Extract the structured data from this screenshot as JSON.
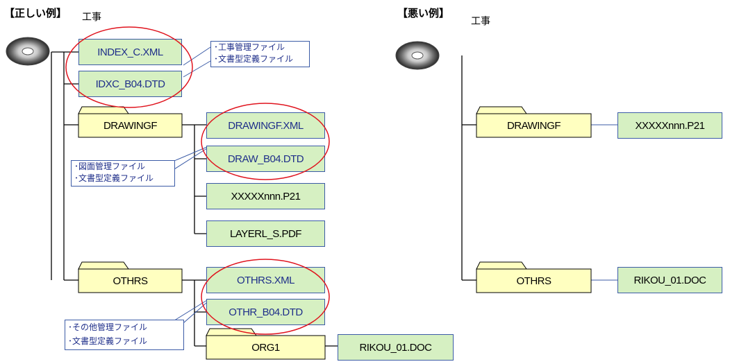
{
  "good": {
    "heading": "【正しい例】",
    "root": "工事",
    "root_files": [
      "INDEX_C.XML",
      "IDXC_B04.DTD"
    ],
    "root_note": [
      "･工事管理ファイル",
      "･文書型定義ファイル"
    ],
    "drawingf": {
      "label": "DRAWINGF",
      "files": [
        "DRAWINGF.XML",
        "DRAW_B04.DTD",
        "XXXXXnnn.P21",
        "LAYERL_S.PDF"
      ],
      "note": [
        "･図面管理ファイル",
        "･文書型定義ファイル"
      ]
    },
    "othrs": {
      "label": "OTHRS",
      "files": [
        "OTHRS.XML",
        "OTHR_B04.DTD"
      ],
      "note": [
        "･その他管理ファイル",
        "･文書型定義ファイル"
      ],
      "subfolder": {
        "label": "ORG1",
        "file": "RIKOU_01.DOC"
      }
    }
  },
  "bad": {
    "heading": "【悪い例】",
    "root": "工事",
    "drawingf": {
      "label": "DRAWINGF",
      "file": "XXXXXnnn.P21"
    },
    "othrs": {
      "label": "OTHRS",
      "file": "RIKOU_01.DOC"
    }
  },
  "colors": {
    "file_fill": "#d6f0c2",
    "folder_fill": "#ffffc0",
    "border": "#3b5ba6",
    "highlight": "#e0141e",
    "text_blue": "#1f2f8a"
  },
  "icons": [
    "cd-disc-icon",
    "folder-icon"
  ]
}
